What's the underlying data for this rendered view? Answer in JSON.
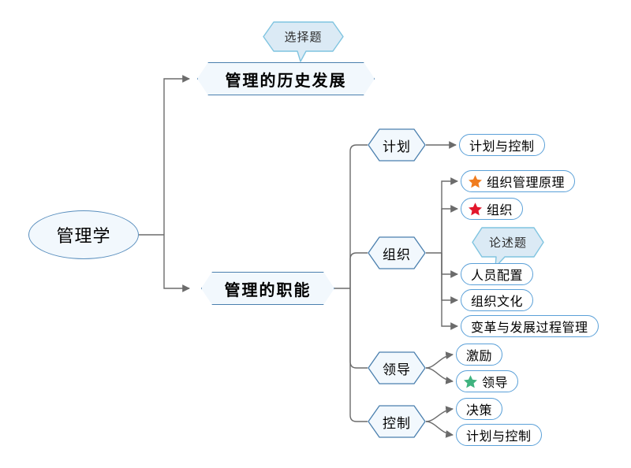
{
  "diagram": {
    "title": "管理学",
    "type": "mindmap",
    "background": "#ffffff",
    "colors": {
      "node_border": "#5aa0d8",
      "branch_border": "#4a7fae",
      "node_fill": "#f2f8fd",
      "leaf_fill": "#ffffff",
      "edge": "#555555",
      "callout_fill": "#dbeaf5",
      "callout_border": "#7fc4e0",
      "star_orange": "#f07c1e",
      "star_red": "#e3162b",
      "star_green": "#3fb37f"
    }
  },
  "root": {
    "label": "管理学",
    "shape": "ellipse"
  },
  "branches": [
    {
      "id": "history",
      "label": "管理的历史发展",
      "shape": "octagon",
      "callout": "选择题",
      "children": []
    },
    {
      "id": "functions",
      "label": "管理的职能",
      "shape": "octagon",
      "children": [
        {
          "id": "plan",
          "label": "计划",
          "shape": "hexagon",
          "leaves": [
            {
              "label": "计划与控制",
              "star": null
            }
          ]
        },
        {
          "id": "organize",
          "label": "组织",
          "shape": "hexagon",
          "callout": "论述题",
          "leaves": [
            {
              "label": "组织管理原理",
              "star": "orange"
            },
            {
              "label": "组织",
              "star": "red"
            },
            {
              "label": "人员配置",
              "star": null
            },
            {
              "label": "组织文化",
              "star": null
            },
            {
              "label": "变革与发展过程管理",
              "star": null
            }
          ]
        },
        {
          "id": "lead",
          "label": "领导",
          "shape": "hexagon",
          "leaves": [
            {
              "label": "激励",
              "star": null
            },
            {
              "label": "领导",
              "star": "green"
            }
          ]
        },
        {
          "id": "control",
          "label": "控制",
          "shape": "hexagon",
          "leaves": [
            {
              "label": "决策",
              "star": null
            },
            {
              "label": "计划与控制",
              "star": null
            }
          ]
        }
      ]
    }
  ],
  "labels": {
    "root": "管理学",
    "b_history": "管理的历史发展",
    "b_functions": "管理的职能",
    "c_plan": "计划",
    "c_organize": "组织",
    "c_lead": "领导",
    "c_control": "控制",
    "callout_choice": "选择题",
    "callout_essay": "论述题",
    "l_plan_1": "计划与控制",
    "l_org_1": "组织管理原理",
    "l_org_2": "组织",
    "l_org_3": "人员配置",
    "l_org_4": "组织文化",
    "l_org_5": "变革与发展过程管理",
    "l_lead_1": "激励",
    "l_lead_2": "领导",
    "l_ctrl_1": "决策",
    "l_ctrl_2": "计划与控制"
  }
}
